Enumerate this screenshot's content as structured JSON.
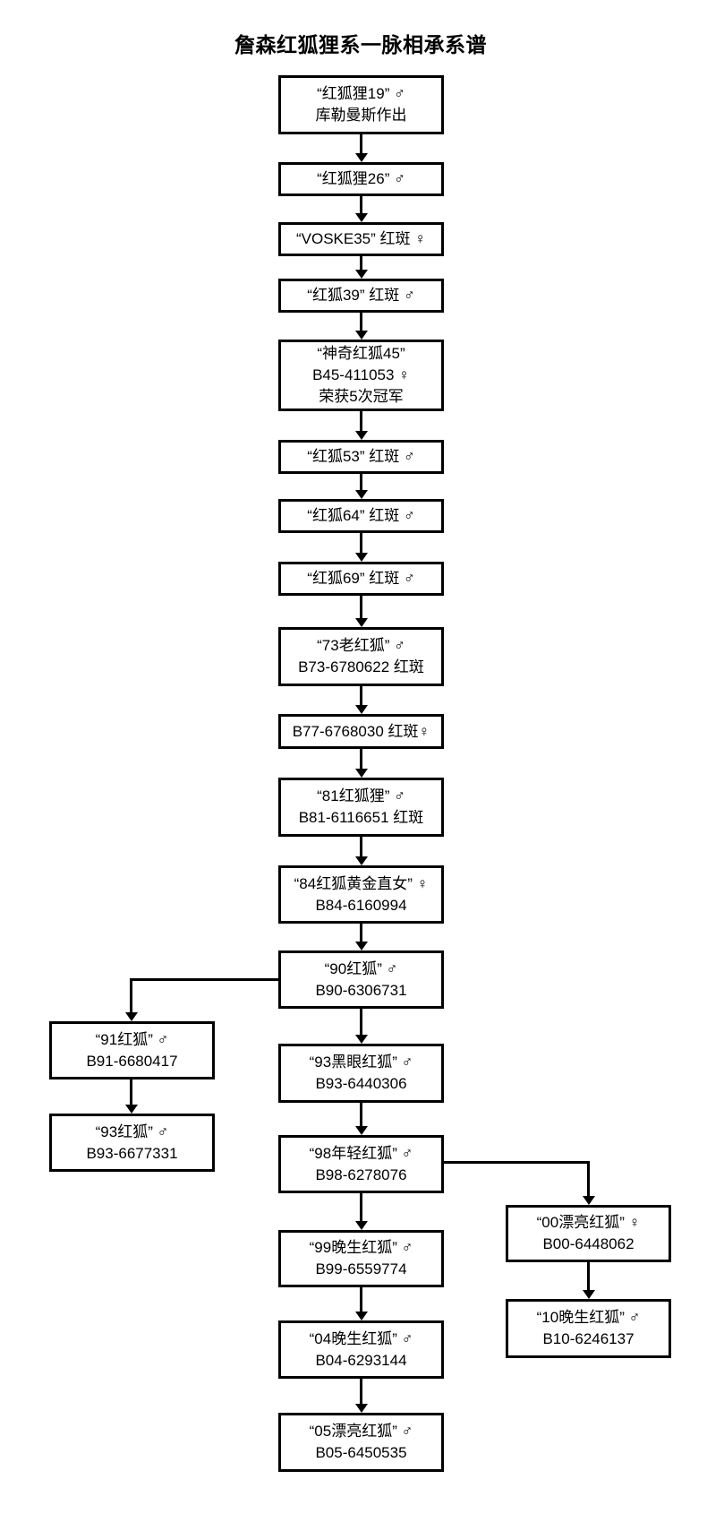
{
  "title": "詹森红狐狸系一脉相承系谱",
  "nodes": {
    "n01": {
      "lines": [
        "“红狐狸19” ♂",
        "库勒曼斯作出"
      ]
    },
    "n02": {
      "lines": [
        "“红狐狸26” ♂"
      ]
    },
    "n03": {
      "lines": [
        "“VOSKE35” 红斑 ♀"
      ]
    },
    "n04": {
      "lines": [
        "“红狐39” 红斑 ♂"
      ]
    },
    "n05": {
      "lines": [
        "“神奇红狐45”",
        "B45-411053 ♀",
        "荣获5次冠军"
      ]
    },
    "n06": {
      "lines": [
        "“红狐53” 红斑 ♂"
      ]
    },
    "n07": {
      "lines": [
        "“红狐64” 红斑 ♂"
      ]
    },
    "n08": {
      "lines": [
        "“红狐69” 红斑 ♂"
      ]
    },
    "n09": {
      "lines": [
        "“73老红狐” ♂",
        "B73-6780622 红斑"
      ]
    },
    "n10": {
      "lines": [
        "B77-6768030 红斑♀"
      ]
    },
    "n11": {
      "lines": [
        "“81红狐狸” ♂",
        "B81-6116651 红斑"
      ]
    },
    "n12": {
      "lines": [
        "“84红狐黄金直女” ♀",
        "B84-6160994"
      ]
    },
    "n13": {
      "lines": [
        "“90红狐” ♂",
        "B90-6306731"
      ]
    },
    "n14": {
      "lines": [
        "“93黑眼红狐” ♂",
        "B93-6440306"
      ]
    },
    "n15": {
      "lines": [
        "“98年轻红狐” ♂",
        "B98-6278076"
      ]
    },
    "n16": {
      "lines": [
        "“99晚生红狐” ♂",
        "B99-6559774"
      ]
    },
    "n17": {
      "lines": [
        "“04晚生红狐” ♂",
        "B04-6293144"
      ]
    },
    "n18": {
      "lines": [
        "“05漂亮红狐” ♂",
        "B05-6450535"
      ]
    },
    "l1": {
      "lines": [
        "“91红狐” ♂",
        "B91-6680417"
      ]
    },
    "l2": {
      "lines": [
        "“93红狐” ♂",
        "B93-6677331"
      ]
    },
    "r1": {
      "lines": [
        "“00漂亮红狐” ♀",
        "B00-6448062"
      ]
    },
    "r2": {
      "lines": [
        "“10晚生红狐” ♂",
        "B10-6246137"
      ]
    }
  },
  "edges": [
    [
      "n01",
      "n02"
    ],
    [
      "n02",
      "n03"
    ],
    [
      "n03",
      "n04"
    ],
    [
      "n04",
      "n05"
    ],
    [
      "n05",
      "n06"
    ],
    [
      "n06",
      "n07"
    ],
    [
      "n07",
      "n08"
    ],
    [
      "n08",
      "n09"
    ],
    [
      "n09",
      "n10"
    ],
    [
      "n10",
      "n11"
    ],
    [
      "n11",
      "n12"
    ],
    [
      "n12",
      "n13"
    ],
    [
      "n13",
      "n14"
    ],
    [
      "n14",
      "n15"
    ],
    [
      "n15",
      "n16"
    ],
    [
      "n16",
      "n17"
    ],
    [
      "n17",
      "n18"
    ],
    [
      "n13",
      "l1"
    ],
    [
      "l1",
      "l2"
    ],
    [
      "n15",
      "r1"
    ],
    [
      "r1",
      "r2"
    ]
  ],
  "colors": {
    "line": "#000000",
    "background": "#ffffff",
    "text": "#000000"
  }
}
